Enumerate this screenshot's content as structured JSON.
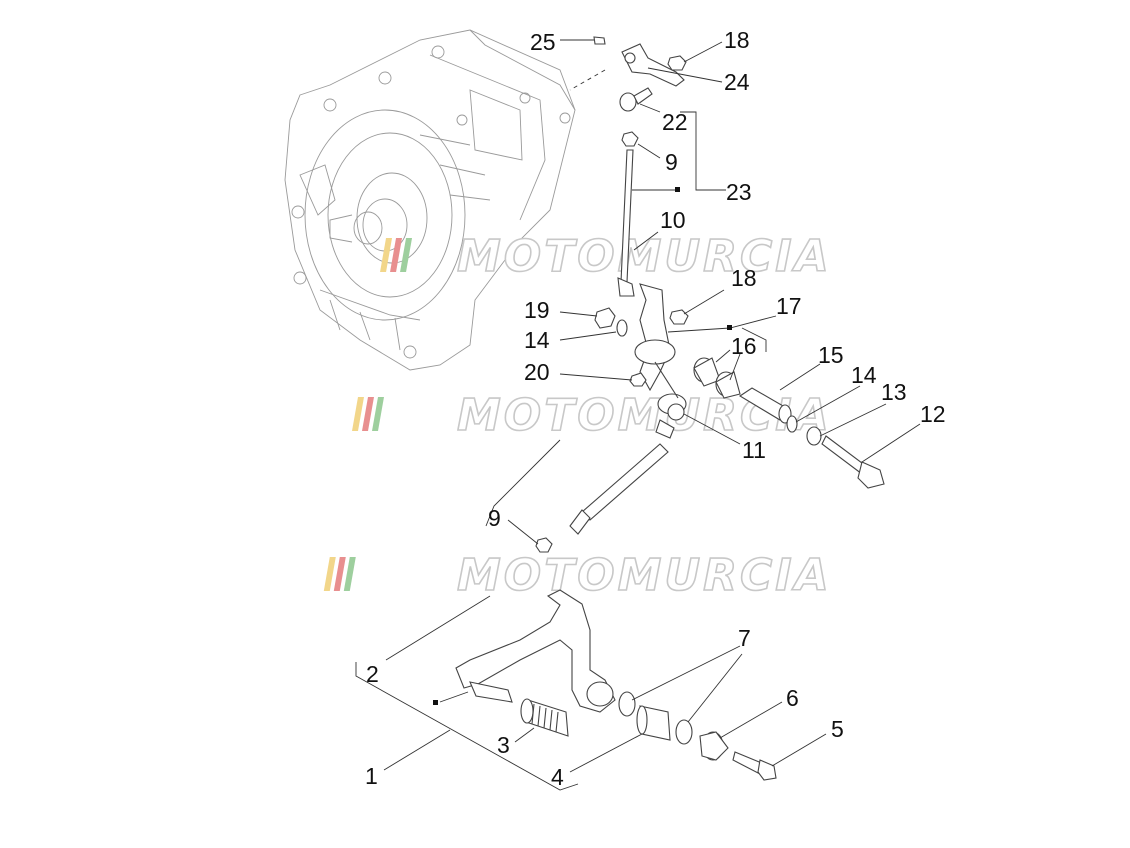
{
  "watermark": {
    "text": "MOTOMURCIA",
    "stripe_colors": [
      "#f2d68a",
      "#e88f8f",
      "#9ecf9e"
    ]
  },
  "callouts": {
    "c1": "1",
    "c2": "2",
    "c3": "3",
    "c4": "4",
    "c5": "5",
    "c6": "6",
    "c7": "7",
    "c9a": "9",
    "c9b": "9",
    "c10": "10",
    "c11": "11",
    "c12": "12",
    "c13": "13",
    "c14a": "14",
    "c14b": "14",
    "c15": "15",
    "c16": "16",
    "c17": "17",
    "c18a": "18",
    "c18b": "18",
    "c19": "19",
    "c20": "20",
    "c22": "22",
    "c23": "23",
    "c24": "24",
    "c25": "25"
  }
}
